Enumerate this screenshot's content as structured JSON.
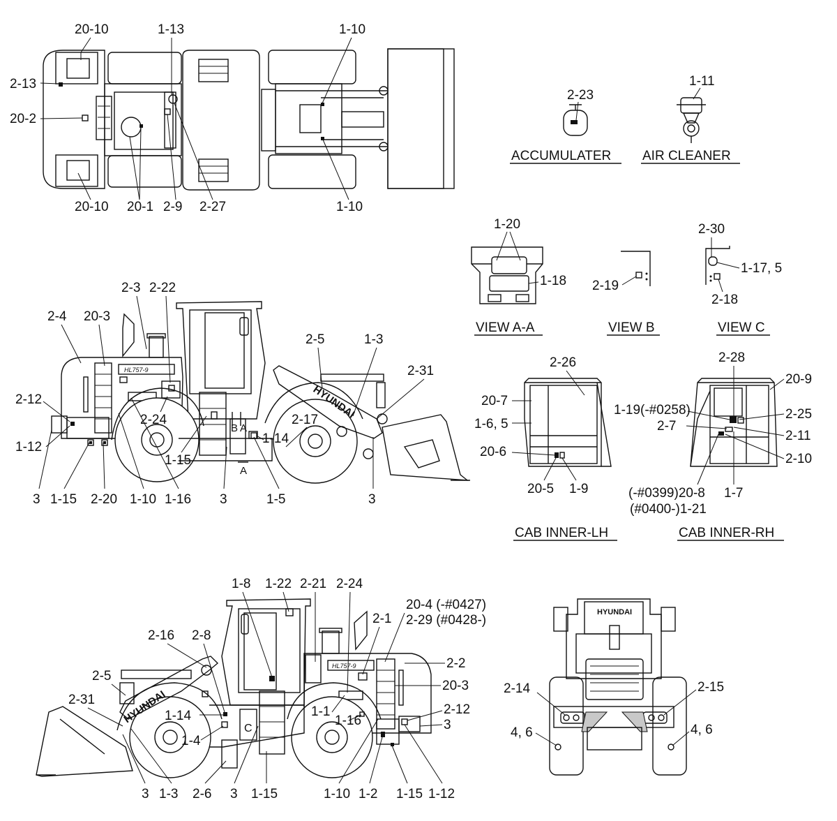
{
  "captions": {
    "accumulater": "ACCUMULATER",
    "air_cleaner": "AIR CLEANER",
    "view_aa": "VIEW A-A",
    "view_b": "VIEW B",
    "view_c": "VIEW C",
    "cab_inner_lh": "CAB INNER-LH",
    "cab_inner_rh": "CAB INNER-RH"
  },
  "brand": {
    "hyundai": "HYUNDAI",
    "model": "HL757-9"
  },
  "section_marks": {
    "a": "A",
    "b": "B",
    "c": "C"
  },
  "labels": {
    "top": [
      "20-10",
      "1-13",
      "1-10",
      "2-13",
      "20-2",
      "20-10",
      "20-1",
      "2-9",
      "2-27",
      "1-10"
    ],
    "acc": [
      "2-23",
      "1-11"
    ],
    "views": [
      "1-20",
      "1-18",
      "2-19",
      "2-30",
      "1-17, 5",
      "2-18"
    ],
    "left": [
      "2-3",
      "2-22",
      "2-4",
      "20-3",
      "2-5",
      "1-3",
      "2-31",
      "2-12",
      "2-24",
      "2-17",
      "1-12",
      "1-14",
      "1-15",
      "3",
      "1-15",
      "2-20",
      "1-10",
      "1-16",
      "3",
      "1-5",
      "3"
    ],
    "cab": [
      "2-26",
      "20-7",
      "1-6, 5",
      "20-6",
      "20-5",
      "1-9",
      "2-28",
      "20-9",
      "1-19(-#0258)",
      "2-25",
      "2-7",
      "2-11",
      "2-10",
      "(-#0399)20-8",
      "1-7",
      "(#0400-)1-21"
    ],
    "right": [
      "1-8",
      "1-22",
      "2-21",
      "2-24",
      "20-4 (-#0427)",
      "2-29 (#0428-)",
      "2-1",
      "2-16",
      "2-8",
      "2-2",
      "2-5",
      "20-3",
      "2-31",
      "2-12",
      "1-14",
      "1-1",
      "3",
      "1-4",
      "1-16",
      "3",
      "1-3",
      "2-6",
      "3",
      "1-15",
      "1-10",
      "1-2",
      "1-15",
      "1-12"
    ],
    "rear": [
      "2-14",
      "2-15",
      "4, 6",
      "4, 6"
    ]
  }
}
